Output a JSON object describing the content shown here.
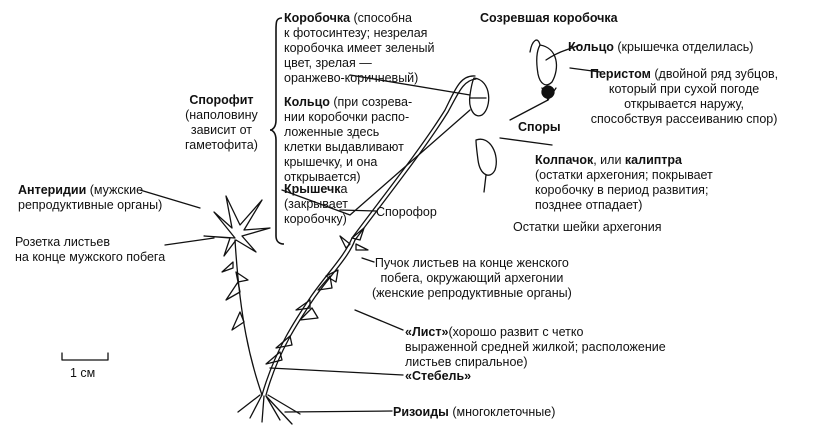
{
  "mature_capsule_title": "Созревшая коробочка",
  "capsule": {
    "term": "Коробочка",
    "rest": " (способна\nк фотосинтезу; незрелая\nкоробочка имеет зеленый\nцвет, зрелая —\nоранжево-коричневый)"
  },
  "sporophyte": {
    "term": "Спорофит",
    "rest": "\n(наполовину\nзависит от\nгаметофита)"
  },
  "ring": {
    "term": "Кольцо",
    "rest": " (при созрева-\nнии коробочки распо-\nложенные здесь\nклетки выдавливают\nкрышечку, и она\nоткрывается)"
  },
  "lid": {
    "term": "Крышечк",
    "rest": "а\n(закрывает\nкоробочку)"
  },
  "ring_mature": {
    "term": "Кольцо",
    "rest": " (крышечка отделилась)"
  },
  "peristome": {
    "term": "Перистом",
    "rest": " (двойной ряд зубцов,\nкоторый при сухой погоде\nоткрывается наружу,\nспособствуя рассеиванию спор)"
  },
  "spores": {
    "term": "Споры"
  },
  "calyptra": {
    "term1": "Колпачок",
    "mid": ", или ",
    "term2": "калиптра",
    "rest": "\n(остатки архегония; покрывает\nкоробочку в период развития;\nпозднее отпадает)"
  },
  "archegonium_neck": "Остатки шейки архегония",
  "sporophore": "Спорофор",
  "antheridia": {
    "term": "Антеридии",
    "rest": " (мужские\nрепродуктивные органы)"
  },
  "rosette": "Розетка листьев\nна конце мужского побега",
  "female_leaves": "Пучок листьев на конце женского\nпобега, окружающий архегонии\n(женские репродуктивные органы)",
  "leaf": {
    "term": "«Лист»",
    "rest": "(хорошо развит с четко\nвыраженной средней жилкой; расположение\nлистьев спиральное)"
  },
  "stem": {
    "term": "«Стебель»"
  },
  "rhizoids": {
    "term": "Ризоиды",
    "rest": " (многоклеточные)"
  },
  "scale": "1 см"
}
